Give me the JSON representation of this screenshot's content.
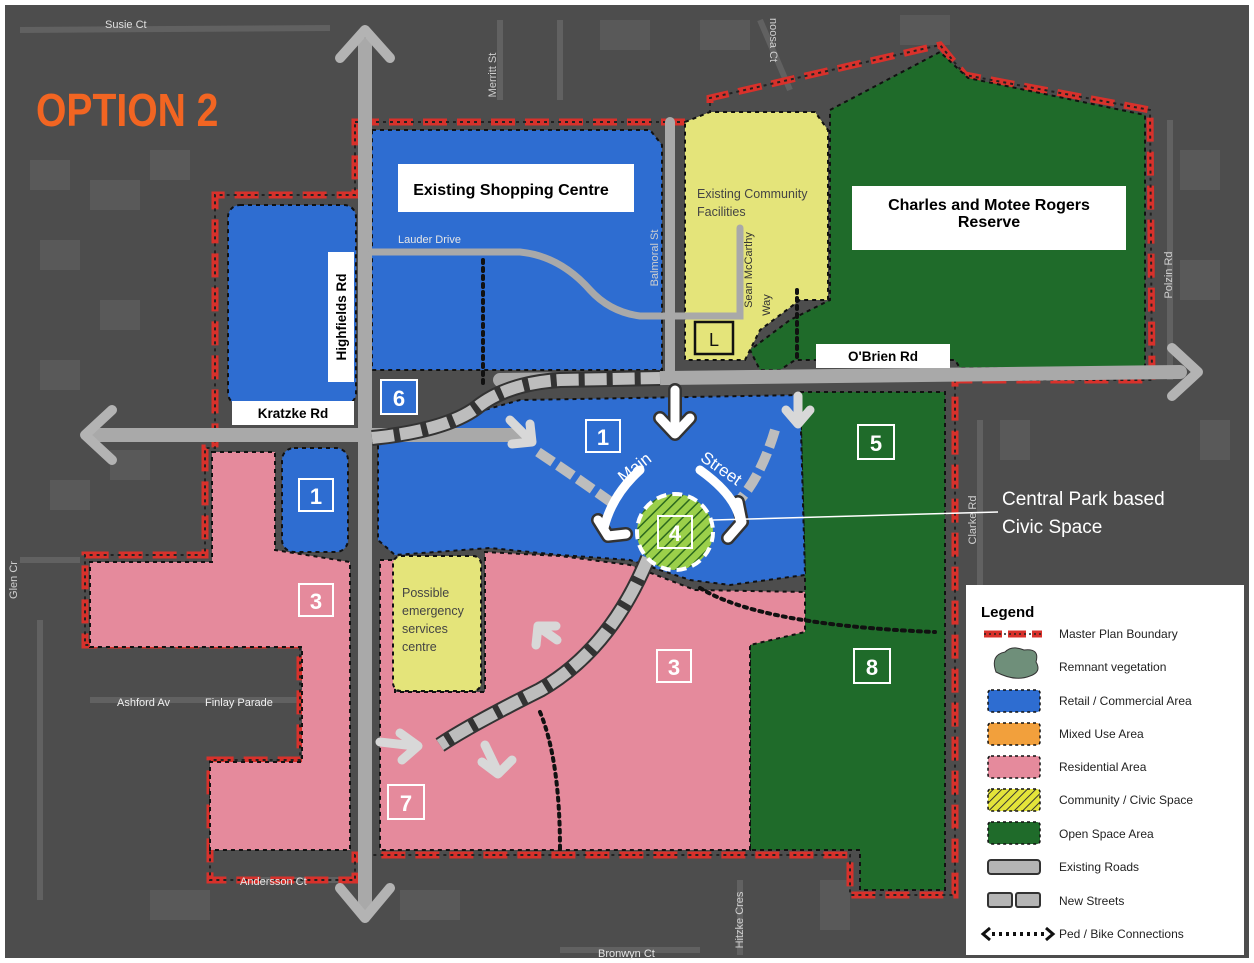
{
  "title": "OPTION 2",
  "labels": {
    "shopping_centre": "Existing Shopping Centre",
    "reserve_line1": "Charles and Motee Rogers",
    "reserve_line2": "Reserve",
    "community_line1": "Existing Community",
    "community_line2": "Facilities",
    "emergency_line1": "Possible",
    "emergency_line2": "emergency",
    "emergency_line3": "services",
    "emergency_line4": "centre",
    "library": "L",
    "main": "Main",
    "street": "Street",
    "civic_line1": "Central Park based",
    "civic_line2": "Civic Space"
  },
  "roads": {
    "kratzke": "Kratzke Rd",
    "obrien": "O'Brien Rd",
    "highfields": "Highfields Rd",
    "lauder": "Lauder Drive",
    "balmoral": "Balmoral St",
    "sean": "Sean McCarthy",
    "sean_way": "Way",
    "susie": "Susie Ct",
    "merritt": "Merritt St",
    "noosa": "noosa Ct",
    "polzin": "Polzin Rd",
    "clarke": "Clarke Rd",
    "glen": "Glen Cr",
    "ashford": "Ashford Av",
    "finlay": "Finlay Parade",
    "andersson": "Andersson Ct",
    "bronwyn": "Bronwyn Ct",
    "hitzke": "Hitzke Cres"
  },
  "areas": [
    {
      "number": "1"
    },
    {
      "number": "1"
    },
    {
      "number": "3"
    },
    {
      "number": "3"
    },
    {
      "number": "4"
    },
    {
      "number": "5"
    },
    {
      "number": "6"
    },
    {
      "number": "7"
    },
    {
      "number": "8"
    }
  ],
  "legend": {
    "title": "Legend",
    "items": [
      {
        "label": "Master Plan Boundary"
      },
      {
        "label": "Remnant vegetation"
      },
      {
        "label": "Retail / Commercial Area",
        "color": "#2e6dd1"
      },
      {
        "label": "Mixed Use Area",
        "color": "#f2a03c"
      },
      {
        "label": "Residential Area",
        "color": "#e58a9c"
      },
      {
        "label": "Community / Civic Space",
        "color": "#e4e47a"
      },
      {
        "label": "Open Space Area",
        "color": "#1f6b2a"
      },
      {
        "label": "Existing Roads"
      },
      {
        "label": "New Streets"
      },
      {
        "label": "Ped / Bike Connections"
      }
    ]
  },
  "colors": {
    "retail": "#2e6dd1",
    "residential": "#e58a9c",
    "open_space": "#1f6b2a",
    "community": "#e4e47a",
    "boundary": "#d8312b",
    "title": "#f26522",
    "background": "#4d4d4d"
  }
}
